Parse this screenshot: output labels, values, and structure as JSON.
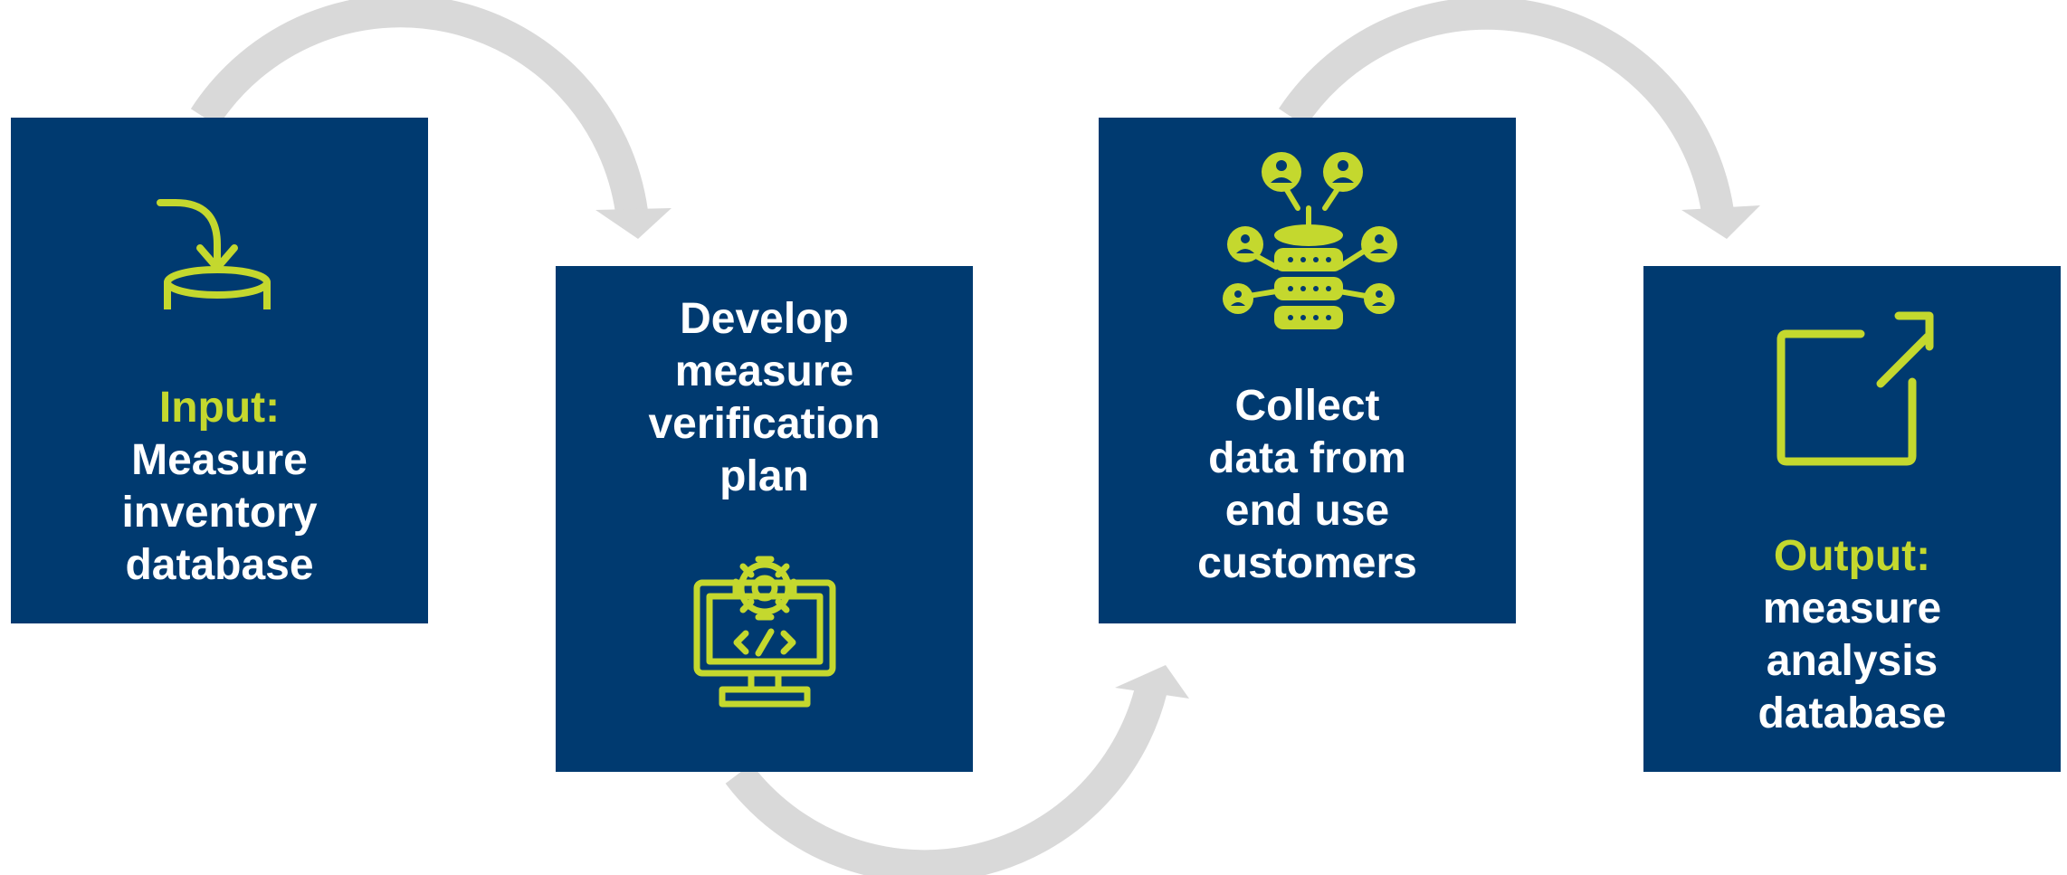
{
  "steps": [
    {
      "label_accent": "Input:",
      "label_lines": [
        "Measure",
        "inventory",
        "database"
      ],
      "icon": "database-input-icon"
    },
    {
      "label_lines": [
        "Develop",
        "measure",
        "verification",
        "plan"
      ],
      "icon": "monitor-gear-code-icon"
    },
    {
      "label_lines": [
        "Collect",
        "data from",
        "end use",
        "customers"
      ],
      "icon": "database-users-network-icon"
    },
    {
      "label_accent": "Output:",
      "label_lines": [
        "measure",
        "analysis",
        "database"
      ],
      "icon": "external-link-icon"
    }
  ],
  "colors": {
    "box": "#003a70",
    "accent": "#c4d82e",
    "text": "#ffffff",
    "arrow": "#d9d9d9"
  }
}
